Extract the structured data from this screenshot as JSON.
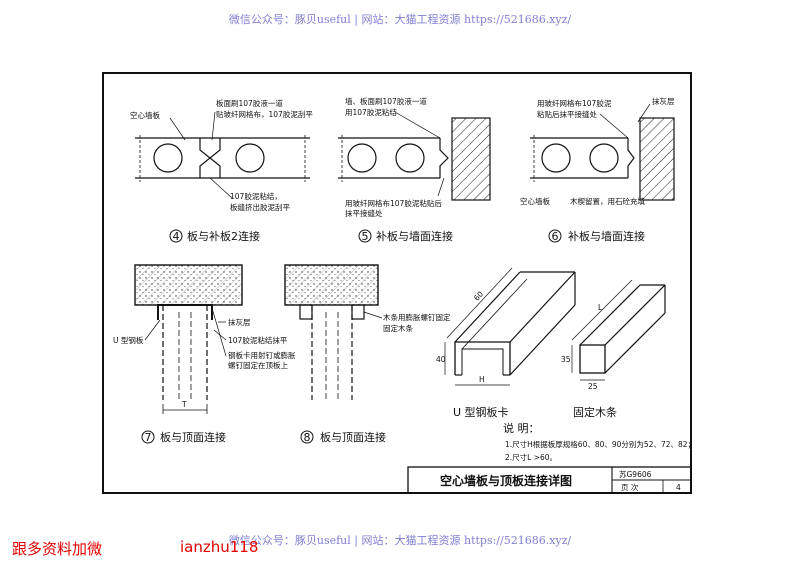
{
  "watermark": {
    "top": "微信公众号：豚贝useful | 网站：大猫工程资源 https://521686.xyz/",
    "bottom": "微信公众号：豚贝useful | 网站：大猫工程资源 https://521686.xyz/"
  },
  "bottom_left": {
    "left_text": "跟多资料加微",
    "right_text": "ianzhu118"
  },
  "drawing": {
    "fig4": {
      "label_hollow": "空心墙板",
      "label_top_1": "板面刷107胶液一道",
      "label_top_2": "贴玻纤网格布，107胶泥刮平",
      "label_bot_1": "107胶泥粘结，",
      "label_bot_2": "板缝挤出胶泥刮平",
      "num": "4",
      "caption": "板与补板2连接"
    },
    "fig5": {
      "label_top_1": "墙、板面刷107胶液一道",
      "label_top_2": "用107胶泥粘结",
      "label_bot_1": "用玻纤网格布107胶泥粘贴后",
      "label_bot_2": "抹平接缝处",
      "num": "5",
      "caption": "补板与墙面连接"
    },
    "fig6": {
      "label_top_1": "用玻纤网格布107胶泥",
      "label_top_2": "粘贴后抹平接缝处",
      "label_plaster": "抹灰层",
      "label_hollow": "空心墙板",
      "label_wood": "木楔留置，用石砼充填",
      "num": "6",
      "caption": "补板与墙面连接"
    },
    "fig7": {
      "label_u": "U 型钢板",
      "label_plaster": "抹灰层",
      "label_mortar": "107胶泥粘结抹平",
      "label_steel_1": "钢板卡用射钉或膨胀",
      "label_steel_2": "螺钉固定在顶板上",
      "dim_t": "T",
      "num": "7",
      "caption": "板与顶面连接"
    },
    "fig8": {
      "label_wood_1": "木条用膨胀螺钉固定",
      "label_wood_2": "固定木条",
      "num": "8",
      "caption": "板与顶面连接"
    },
    "ucard": {
      "dim_60": "60",
      "dim_40": "40",
      "dim_h": "H",
      "caption": "U 型钢板卡"
    },
    "woodbar": {
      "dim_l": "L",
      "dim_35": "35",
      "dim_25": "25",
      "caption": "固定木条"
    },
    "notes": {
      "title": "说  明：",
      "line1": "1.尺寸H根据板厚规格60、80、90分别为52、72、82；",
      "line2": "2.尺寸L >60。"
    },
    "titleblock": {
      "title": "空心墙板与顶板连接详图",
      "code": "苏G9606",
      "page_label": "页    次",
      "page_no": "4"
    }
  }
}
